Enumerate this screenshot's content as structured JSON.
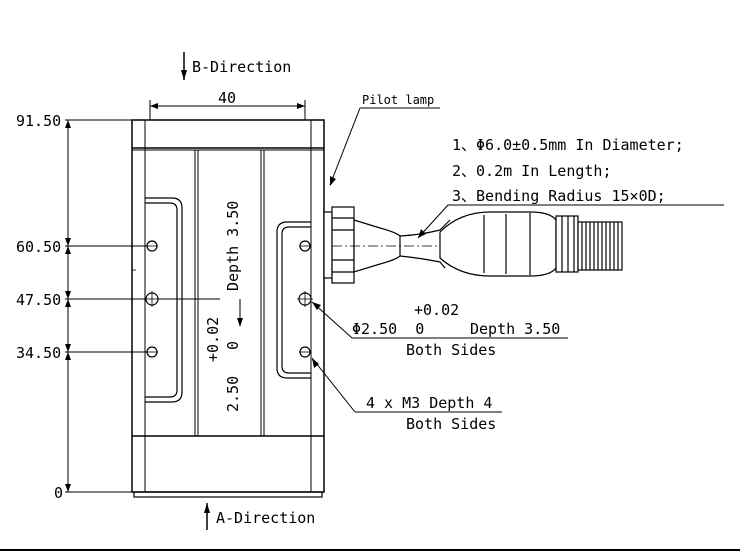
{
  "labels": {
    "b_direction": "B-Direction",
    "a_direction": "A-Direction",
    "width_dim": "40",
    "pilot_lamp": "Pilot lamp",
    "cable_spec_1": "1、Φ6.0±0.5mm In Diameter;",
    "cable_spec_2": "2、0.2m In Length;",
    "cable_spec_3": "3、Bending Radius 15×0D;",
    "vertical_depth": "Depth 3.50",
    "vertical_tol": "+0.02",
    "vertical_tol_zero": "0",
    "vertical_dia": "2.50",
    "hole_tol_plus": "+0.02",
    "hole_dia": "Φ2.50  0",
    "hole_depth": "Depth 3.50",
    "hole_sides": "Both Sides",
    "thread_spec": "4 x M3 Depth 4",
    "thread_sides": "Both Sides"
  },
  "height_dims": {
    "d1": "91.50",
    "d2": "60.50",
    "d3": "47.50",
    "d4": "34.50",
    "d5": "0"
  }
}
